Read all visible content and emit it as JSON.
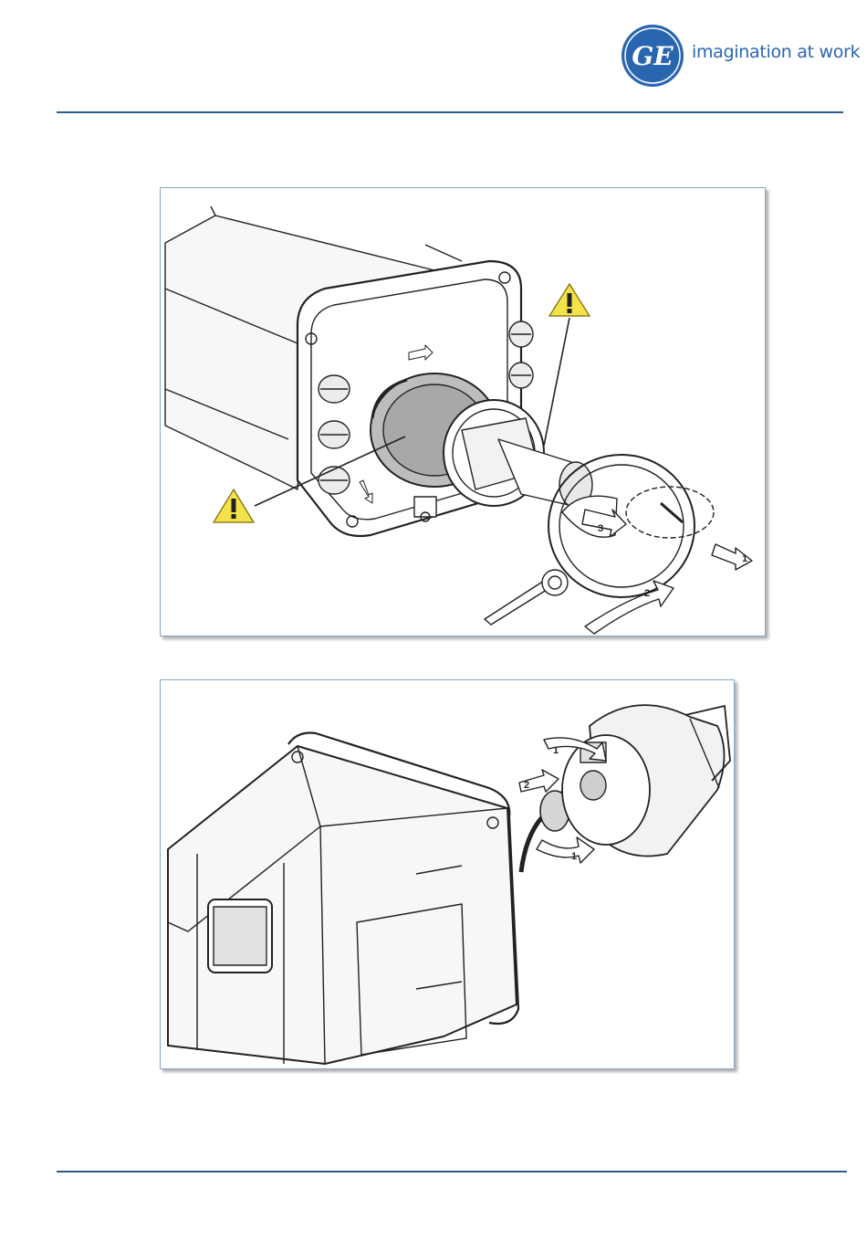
{
  "header": {
    "logo_icon": "ge-monogram-logo",
    "logo_text": "GE",
    "tagline": "imagination at work",
    "brand_color": "#2a66b0",
    "rule_color": "#2e5c8a"
  },
  "figure1": {
    "warning_icons": [
      "warning-triangle-icon",
      "warning-triangle-icon"
    ],
    "step_labels": [
      "1",
      "2",
      "3"
    ]
  },
  "figure2": {
    "step_labels": [
      "1",
      "2",
      "1"
    ]
  }
}
